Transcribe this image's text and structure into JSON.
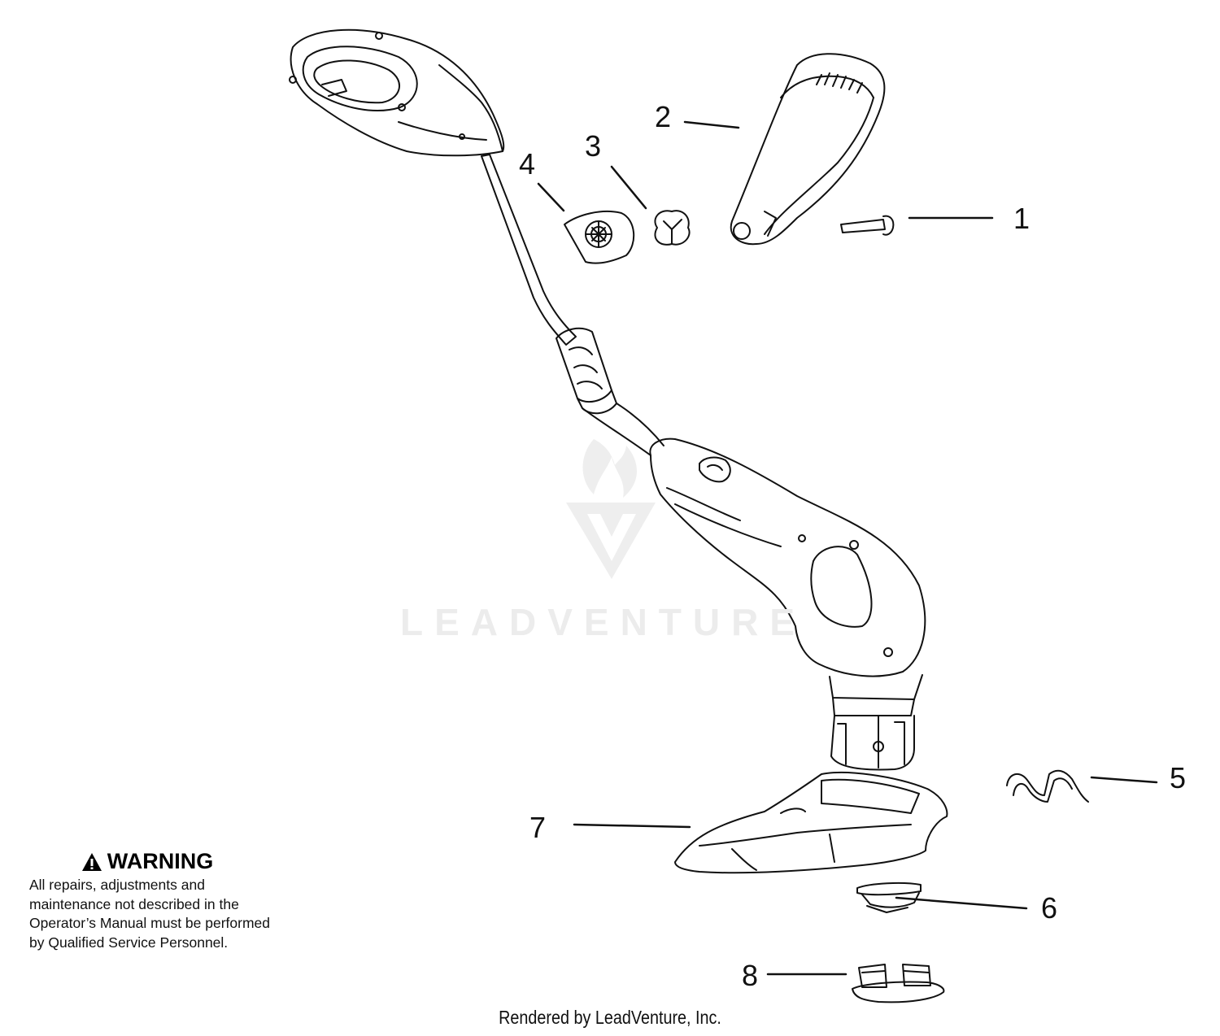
{
  "watermark": {
    "brand_text": "LEADVENTURE"
  },
  "callouts": [
    {
      "id": "1",
      "label": "1"
    },
    {
      "id": "2",
      "label": "2"
    },
    {
      "id": "3",
      "label": "3"
    },
    {
      "id": "4",
      "label": "4"
    },
    {
      "id": "5",
      "label": "5"
    },
    {
      "id": "6",
      "label": "6"
    },
    {
      "id": "7",
      "label": "7"
    },
    {
      "id": "8",
      "label": "8"
    }
  ],
  "warning": {
    "title": "WARNING",
    "text": "All repairs, adjustments and maintenance not described in the Operator’s Manual must be performed by Qualified Service Personnel."
  },
  "footer": {
    "text": "Rendered by LeadVenture, Inc."
  }
}
